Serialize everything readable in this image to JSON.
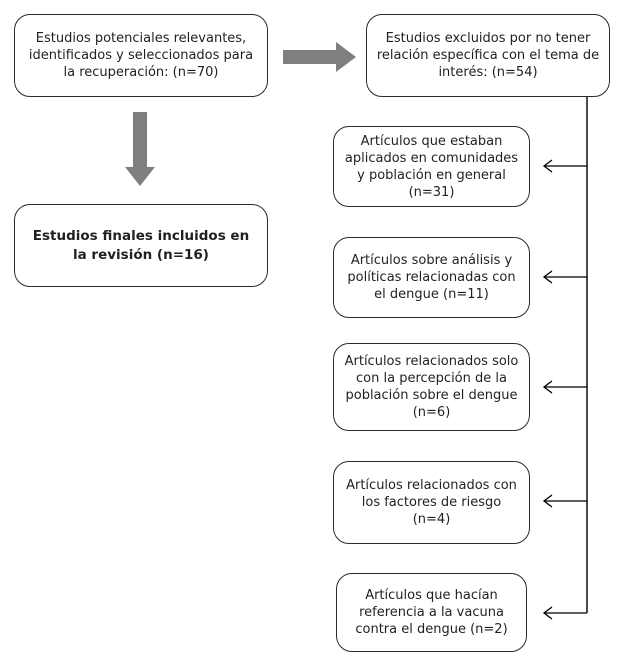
{
  "boxes": {
    "identified": "Estudios potenciales relevantes, identificados y seleccionados para la recuperación: (n=70)",
    "excluded": "Estudios excluidos por no tener relación específica con el tema de interés: (n=54)",
    "final": "Estudios finales incluidos en la revisión (n=16)",
    "community": "Artículos que estaban aplicados en comunidades y población en general (n=31)",
    "analysis": "Artículos sobre análisis y políticas relacionadas con el dengue (n=11)",
    "perception": "Artículos relacionados solo con la percepción de la población sobre el dengue (n=6)",
    "risk": "Artículos relacionados con los factores de riesgo (n=4)",
    "vaccine": "Artículos que hacían referencia a la vacuna contra el dengue (n=2)"
  },
  "colors": {
    "box_border": "#2b2b2b",
    "thick_arrow": "#7f7f7f",
    "thin_line": "#000000"
  }
}
